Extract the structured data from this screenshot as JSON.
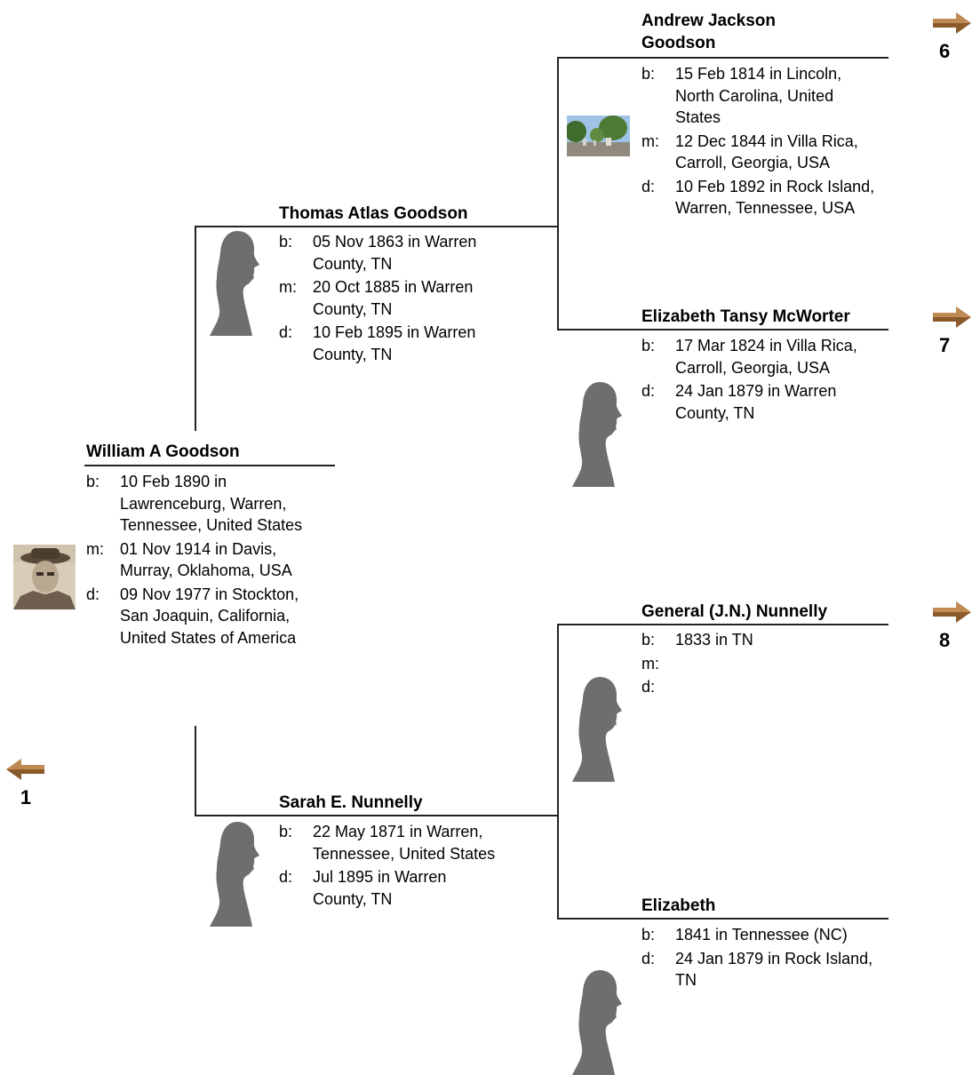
{
  "colors": {
    "line": "#222222",
    "silhouette": "#6e6e6e",
    "arrow": "#8b5a2b"
  },
  "nav": {
    "back_number": "1",
    "fwd_6": "6",
    "fwd_7": "7",
    "fwd_8": "8"
  },
  "root": {
    "name": "William A Goodson",
    "facts": [
      {
        "label": "b:",
        "value": "10 Feb 1890 in Lawrenceburg, Warren, Tennessee, United States"
      },
      {
        "label": "m:",
        "value": "01 Nov 1914 in Davis, Murray, Oklahoma, USA"
      },
      {
        "label": "d:",
        "value": "09 Nov 1977 in Stockton, San Joaquin, California, United States of America"
      }
    ]
  },
  "father": {
    "name": "Thomas Atlas Goodson",
    "facts": [
      {
        "label": "b:",
        "value": "05 Nov 1863 in Warren County, TN"
      },
      {
        "label": "m:",
        "value": "20 Oct 1885 in Warren County, TN"
      },
      {
        "label": "d:",
        "value": "10 Feb 1895 in Warren County, TN"
      }
    ]
  },
  "mother": {
    "name": "Sarah E. Nunnelly",
    "facts": [
      {
        "label": "b:",
        "value": "22 May 1871 in Warren, Tennessee, United States"
      },
      {
        "label": "d:",
        "value": "Jul 1895 in Warren County, TN"
      }
    ]
  },
  "pat_grandfather": {
    "name": "Andrew Jackson Goodson",
    "facts": [
      {
        "label": "b:",
        "value": "15 Feb 1814 in Lincoln, North Carolina, United States"
      },
      {
        "label": "m:",
        "value": "12 Dec 1844 in Villa Rica, Carroll, Georgia, USA"
      },
      {
        "label": "d:",
        "value": "10 Feb 1892 in Rock Island, Warren, Tennessee, USA"
      }
    ]
  },
  "pat_grandmother": {
    "name": "Elizabeth Tansy McWorter",
    "facts": [
      {
        "label": "b:",
        "value": "17 Mar 1824 in Villa Rica, Carroll, Georgia, USA"
      },
      {
        "label": "d:",
        "value": "24 Jan 1879 in Warren County, TN"
      }
    ]
  },
  "mat_grandfather": {
    "name": "General (J.N.) Nunnelly",
    "facts": [
      {
        "label": "b:",
        "value": "1833 in TN"
      },
      {
        "label": "m:",
        "value": ""
      },
      {
        "label": "d:",
        "value": ""
      }
    ]
  },
  "mat_grandmother": {
    "name": "Elizabeth",
    "facts": [
      {
        "label": "b:",
        "value": "1841 in Tennessee (NC)"
      },
      {
        "label": "d:",
        "value": "24 Jan 1879 in Rock Island, TN"
      }
    ]
  }
}
